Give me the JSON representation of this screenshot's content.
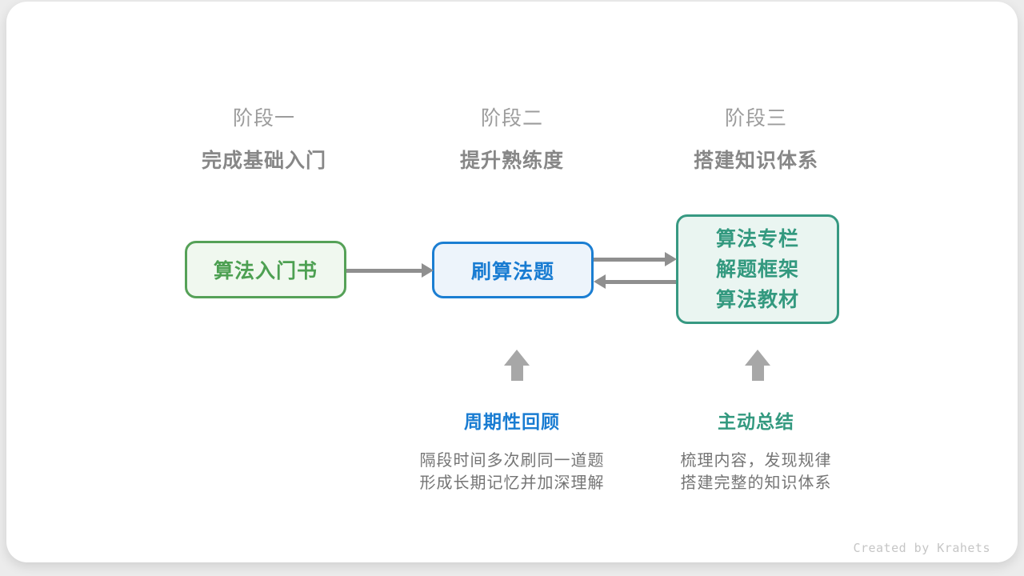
{
  "stages": [
    {
      "label": "阶段一",
      "subtitle": "完成基础入门"
    },
    {
      "label": "阶段二",
      "subtitle": "提升熟练度"
    },
    {
      "label": "阶段三",
      "subtitle": "搭建知识体系"
    }
  ],
  "boxes": [
    {
      "lines": [
        "算法入门书"
      ]
    },
    {
      "lines": [
        "刷算法题"
      ]
    },
    {
      "lines": [
        "算法专栏",
        "解题框架",
        "算法教材"
      ]
    }
  ],
  "annotations": [
    {
      "title": "周期性回顾",
      "lines": [
        "隔段时间多次刷同一道题",
        "形成长期记忆并加深理解"
      ]
    },
    {
      "title": "主动总结",
      "lines": [
        "梳理内容，发现规律",
        "搭建完整的知识体系"
      ]
    }
  ],
  "credit": "Created by Krahets",
  "colors": {
    "stage1_accent": "#55a157",
    "stage1_fill": "#f0f8ef",
    "stage2_accent": "#1b7ed2",
    "stage2_fill": "#edf4fb",
    "stage3_accent": "#379982",
    "stage3_fill": "#eaf5f1",
    "arrow_gray": "#8f8f8f",
    "block_arrow_gray": "#a7a7a7",
    "stage_label_gray": "#9c9c9c",
    "stage_subtitle_gray": "#878787",
    "body_text_gray": "#757575",
    "credit_gray": "#c6c6c6",
    "card_background": "#ffffff",
    "page_background": "#ececec"
  }
}
